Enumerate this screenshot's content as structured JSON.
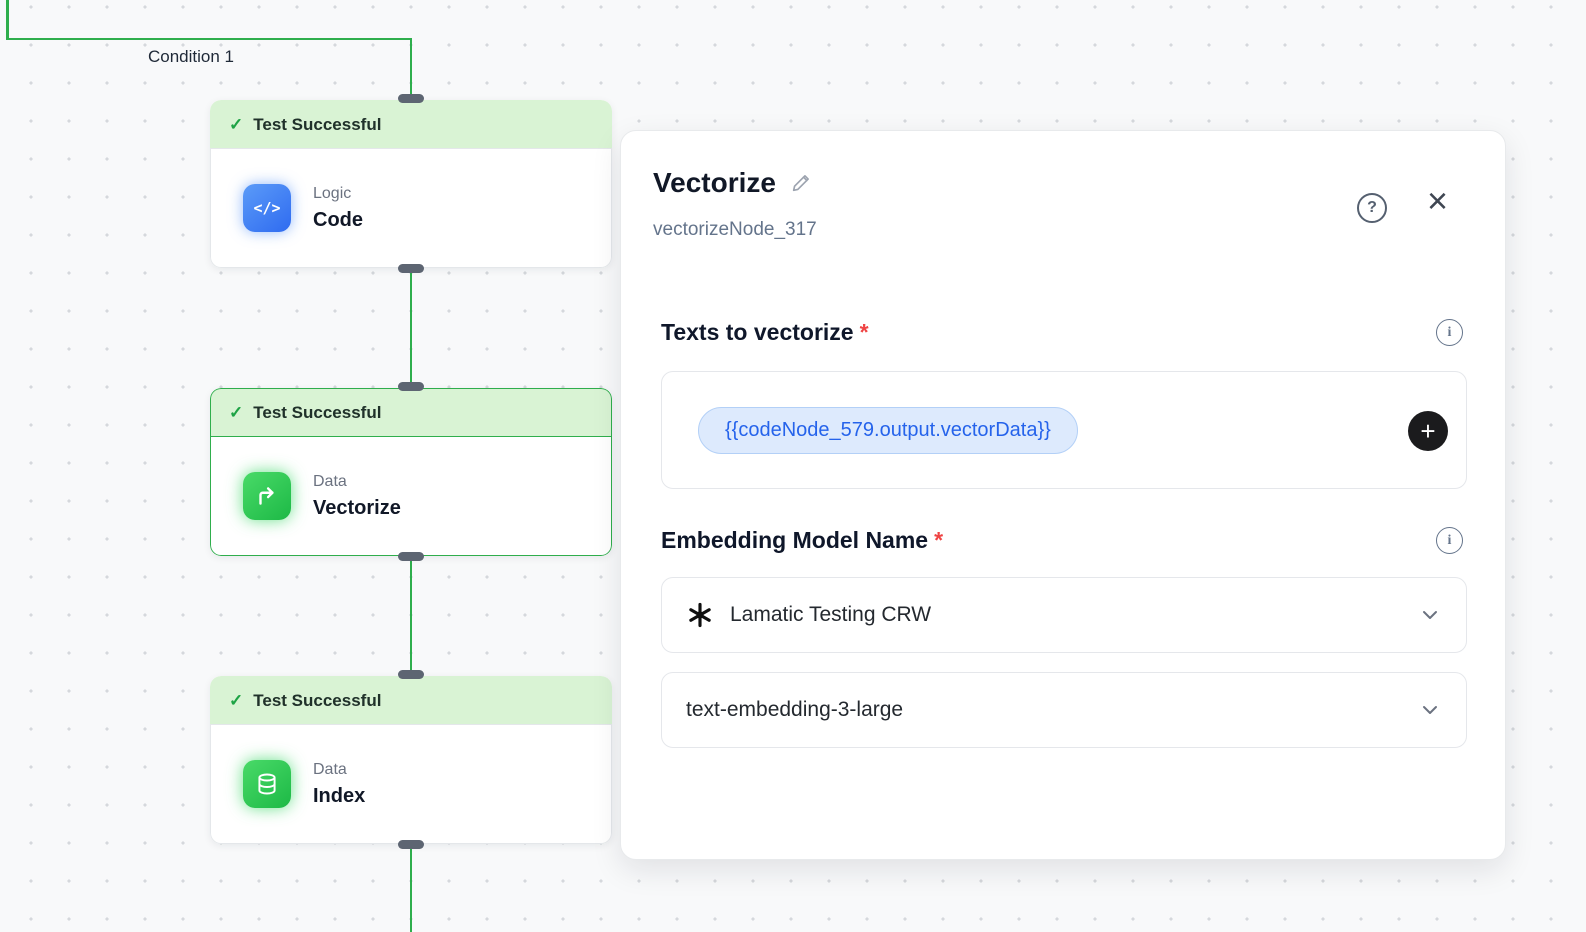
{
  "canvas": {
    "condition_label": "Condition 1",
    "nodes": [
      {
        "status": "Test Successful",
        "category": "Logic",
        "title": "Code"
      },
      {
        "status": "Test Successful",
        "category": "Data",
        "title": "Vectorize"
      },
      {
        "status": "Test Successful",
        "category": "Data",
        "title": "Index"
      }
    ]
  },
  "panel": {
    "title": "Vectorize",
    "node_id": "vectorizeNode_317",
    "texts_section": {
      "label": "Texts to vectorize",
      "required_marker": "*",
      "variable_chip": "{{codeNode_579.output.vectorData}}"
    },
    "embedding_section": {
      "label": "Embedding Model Name",
      "required_marker": "*",
      "credential_value": "Lamatic Testing CRW",
      "model_value": "text-embedding-3-large"
    }
  },
  "icons": {
    "check": "✓",
    "code_glyph": "</>",
    "plus": "+",
    "close": "×",
    "help": "?",
    "info": "i"
  },
  "colors": {
    "wire_green": "#2eae4c",
    "success_banner_bg": "#d9f3d4",
    "chip_text_blue": "#2563eb",
    "required_red": "#ef4444"
  }
}
